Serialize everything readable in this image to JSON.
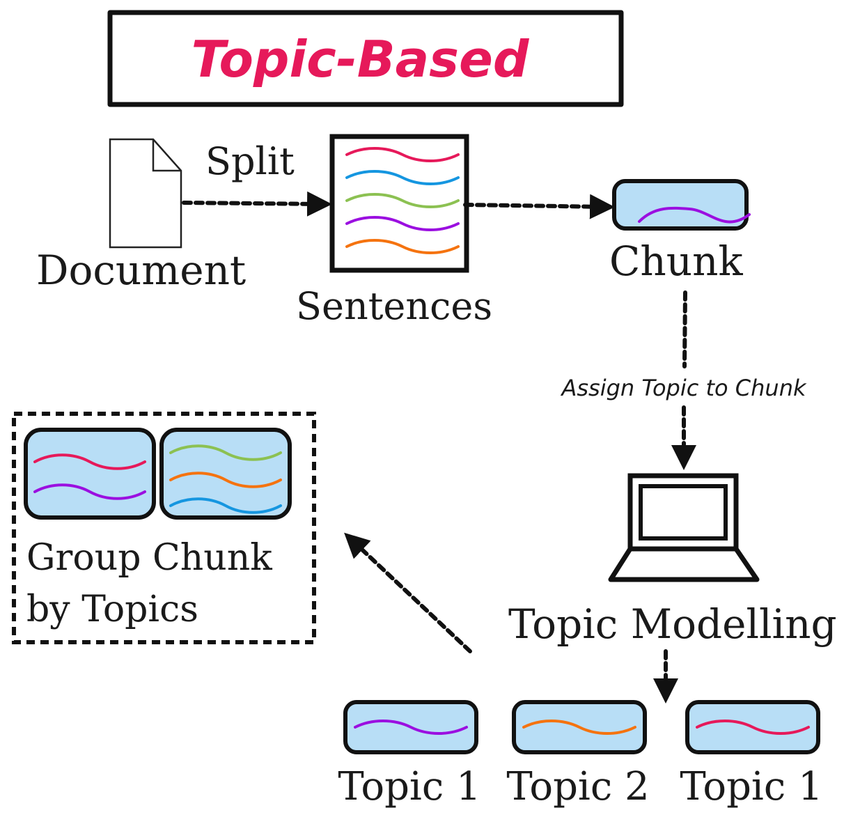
{
  "title": "Topic-Based",
  "colors": {
    "title": "#e6195a",
    "chunk_fill": "#b8def6",
    "line_red": "#e6195a",
    "line_blue": "#1596e0",
    "line_green": "#8cc152",
    "line_purple": "#9b0fe0",
    "line_orange": "#f5730f"
  },
  "labels": {
    "document": "Document",
    "split": "Split",
    "sentences": "Sentences",
    "chunk": "Chunk",
    "assign": "Assign Topic to Chunk",
    "topic_modelling": "Topic Modelling",
    "group_line1": "Group Chunk",
    "group_line2": "by Topics"
  },
  "topics": [
    {
      "label": "Topic 1",
      "line_color": "#9b0fe0"
    },
    {
      "label": "Topic 2",
      "line_color": "#f5730f"
    },
    {
      "label": "Topic 1",
      "line_color": "#e6195a"
    }
  ],
  "icons": [
    "document-icon",
    "sentences-icon",
    "chunk-icon",
    "laptop-icon"
  ]
}
